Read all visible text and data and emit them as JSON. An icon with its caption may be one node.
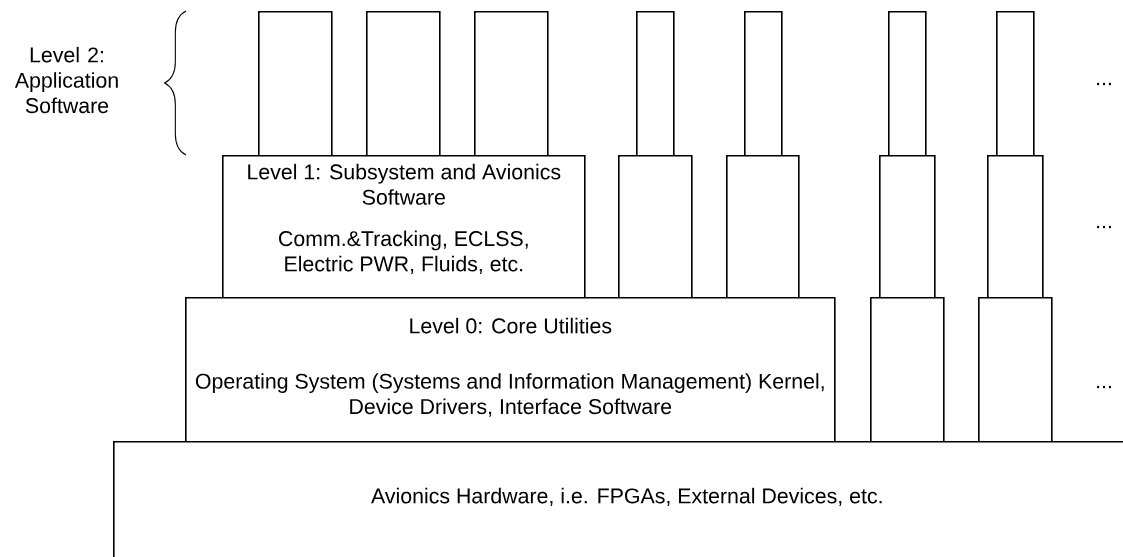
{
  "diagram": {
    "nodes": [
      {
        "text": [],
        "shape": "box"
      },
      {
        "text": [],
        "shape": "box"
      },
      {
        "text": [],
        "shape": "box"
      },
      {
        "text": [],
        "shape": "box"
      },
      {
        "text": [],
        "shape": "box"
      },
      {
        "text": [],
        "shape": "box"
      },
      {
        "text": [],
        "shape": "box"
      },
      {
        "text": [
          "Level 1: Subsystem and Avionics Software",
          "Comm.&Tracking, ECLSS, Electric PWR, Fluids, etc."
        ]
      },
      {
        "text": [],
        "shape": "box"
      },
      {
        "text": [],
        "shape": "box"
      },
      {
        "text": [],
        "shape": "box"
      },
      {
        "text": [],
        "shape": "box"
      },
      {
        "text": [
          "Level 0: Core Utilities",
          "Operating System (Systems and Information Management) Kernel, Device Drivers, Interface Software"
        ]
      },
      {
        "text": [],
        "shape": "box"
      },
      {
        "text": [],
        "shape": "box"
      },
      {
        "text": [
          "Avionics Hardware, i.e. FPGAs, External Devices, etc."
        ]
      }
    ],
    "labels": [
      "Level 2: Application Software",
      "...",
      "...",
      "..."
    ]
  }
}
